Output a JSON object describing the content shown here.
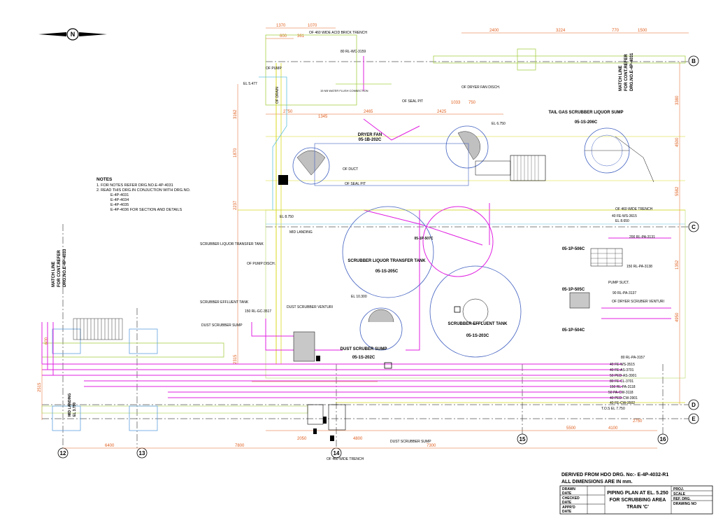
{
  "north_label": "N",
  "notes": {
    "heading": "NOTES",
    "lines": [
      "1. FOR NOTES REFER DRG.NO.E-4P-4031",
      "2. READ THIS DRG.IN CONJUCTION WITH DRG.NO.",
      "E-4P-4031",
      "E-4P-4034",
      "E-4P-4035",
      "E-4P-4036 FOR SECTION AND DETAILS"
    ]
  },
  "match_line_right": [
    "MATCH LINE",
    "FOR CONT.REFER",
    "DRG.NO.E-4P-4031"
  ],
  "match_line_left": [
    "MATCH LINE",
    "FOR CONT.REFER",
    "DRG.NO.E-4P-4033"
  ],
  "grid_rows": [
    "B",
    "C",
    "D",
    "E"
  ],
  "grid_cols": [
    "12",
    "13",
    "14",
    "15",
    "16"
  ],
  "equipment": [
    {
      "name": "DRYER FAN",
      "tag": "05-1B-202C"
    },
    {
      "name": "TAIL GAS SCRUBBER LIQUOR SUMP",
      "tag": "05-1S-206C"
    },
    {
      "name": "SCRUBBER LIQUOR TRANSFER TANK",
      "tag": "05-1S-205C"
    },
    {
      "name": "SCRUBBER EFFLUENT TANK",
      "tag": "05-1S-203C"
    },
    {
      "name": "DUST SCRUBER SUMP",
      "tag": "05-1S-202C"
    },
    {
      "name": "",
      "tag": "05-1P-506C"
    },
    {
      "name": "",
      "tag": "05-1P-505C"
    },
    {
      "name": "",
      "tag": "05-1P-504C"
    },
    {
      "name": "",
      "tag": "05-1P-507C"
    }
  ],
  "labels": {
    "acid_trench_top": "OF 460 WIDE ACID BRICK TRENCH",
    "acid_trench_bottom": "OF 460 WIDE TRENCH",
    "trench_right": "OF 460 WIDE TRENCH",
    "dryer_fan_disch": "OF DRYER FAN DISCH.",
    "seal_pit_top": "OF SEAL PIT",
    "seal_pit": "OF SEAL PIT",
    "of_duct": "OF DUCT",
    "of_pump": "OF PUMP",
    "of_drain": "OF DRAIN",
    "mid_landing": "MID LANDING",
    "scrubber_liquor_tt": "SCRUBBER LIQUOR TRANSFER TANK",
    "pump_disch": "OF PUMP DISCH.",
    "scrubber_effluent": "SCRUBBER EFFLUENT TANK",
    "dust_scrubber_sump": "DUST SCRUBBER SUMP",
    "dust_scrubber_venturi": "DUST SCRUBBER VENTURI",
    "dust_scrubber_sump_b": "DUST SCRUBBER SUMP",
    "dryer_scrubber_venturi": "OF DRYER SCRUBER VENTURI",
    "pump_suct": "PUMP SUCT.",
    "tos_el": "T.O.S EL 7.750",
    "mid_landing_left": "MID LANDING",
    "mid_landing_left_el": "EL 3.750",
    "flushing_connection": "15 NB WATER FLUSH CONNECTION",
    "line_wc": "80 RL-WC-3159",
    "line_pa": "150 RL-PA-3138",
    "line_pa2": "200 RL-PA-3131",
    "line_pa3": "90 RL-PA-3137",
    "line_pa4": "80 RL-PA-3157",
    "el_5477": "EL 5.477",
    "el_6750": "EL 6.750",
    "el_8650": "EL 8.650",
    "el_8750": "EL 8.750",
    "el_10300": "EL 10.300",
    "line_ws": "40 FE-WS-3615",
    "line_gc": "150 RL-GC-3517",
    "line_gc2": "50 PA-CW-3118",
    "line_ps1": "40 FE-WS-3515",
    "line_ps2": "40 FE-AS-3701",
    "line_ps3": "50 PED-AS-3901",
    "line_ps4": "80 FE-CL-3701",
    "line_ps5": "150 RL-PA-3118",
    "line_ps6": "40 PED-CW-3901",
    "line_ps7": "40 FE-CW-3502"
  },
  "dims_top": [
    "1370",
    "1070",
    "600",
    "361",
    "2400",
    "3224",
    "770",
    "1500"
  ],
  "dims_mid": [
    "2750",
    "2465",
    "2425",
    "1033",
    "750",
    "1345"
  ],
  "dims_bottom": [
    "6400",
    "7800",
    "2050",
    "4800",
    "7300",
    "5500",
    "4100",
    "2750"
  ],
  "dims_left": [
    "3162",
    "1870",
    "2237",
    "2515",
    "2315",
    "600"
  ],
  "dims_right": [
    "3380",
    "4500",
    "5582",
    "1352",
    "4950"
  ],
  "title_block": {
    "derived": "DERIVED FROM HDO DRG. No:- E-4P-4032-R1",
    "dimensions": "ALL DIMENSIONS ARE IN  mm.",
    "drawn": "DRAWN",
    "date1": "DATE",
    "checked": "CHECKED",
    "date2": "DATE",
    "apprd": "APPR'D",
    "date3": "DATE",
    "title1": "PIPING PLAN AT EL. 5.250",
    "title2": "FOR SCRUBBING AREA",
    "title3": "TRAIN 'C'",
    "proj": "PROJ.",
    "scale": "SCALE",
    "ref_drg": "REF. DRG.",
    "drawing_no": "DRAWING NO"
  }
}
